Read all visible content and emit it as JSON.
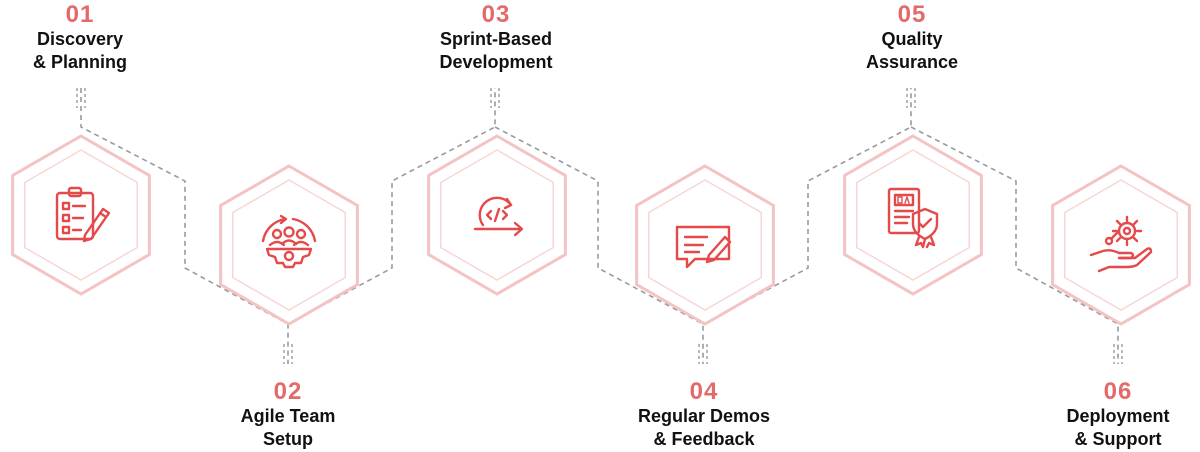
{
  "colors": {
    "accent": "#e44a4a",
    "number": "#e46a6a",
    "hexFill": "#ffffff",
    "hexOuter": "#f4c3c3",
    "hexInner": "#f7d6d6",
    "connector": "#9a9a9a"
  },
  "steps": [
    {
      "number": "01",
      "title_line1": "Discovery",
      "title_line2": "& Planning",
      "icon": "clipboard-checklist-pen-icon"
    },
    {
      "number": "02",
      "title_line1": "Agile Team",
      "title_line2": "Setup",
      "icon": "team-gear-cycle-icon"
    },
    {
      "number": "03",
      "title_line1": "Sprint-Based",
      "title_line2": "Development",
      "icon": "sprint-code-cycle-icon"
    },
    {
      "number": "04",
      "title_line1": "Regular Demos",
      "title_line2": "& Feedback",
      "icon": "feedback-chat-pen-icon"
    },
    {
      "number": "05",
      "title_line1": "Quality",
      "title_line2": "Assurance",
      "icon": "qa-document-shield-icon"
    },
    {
      "number": "06",
      "title_line1": "Deployment",
      "title_line2": "& Support",
      "icon": "hand-gear-support-icon"
    }
  ]
}
